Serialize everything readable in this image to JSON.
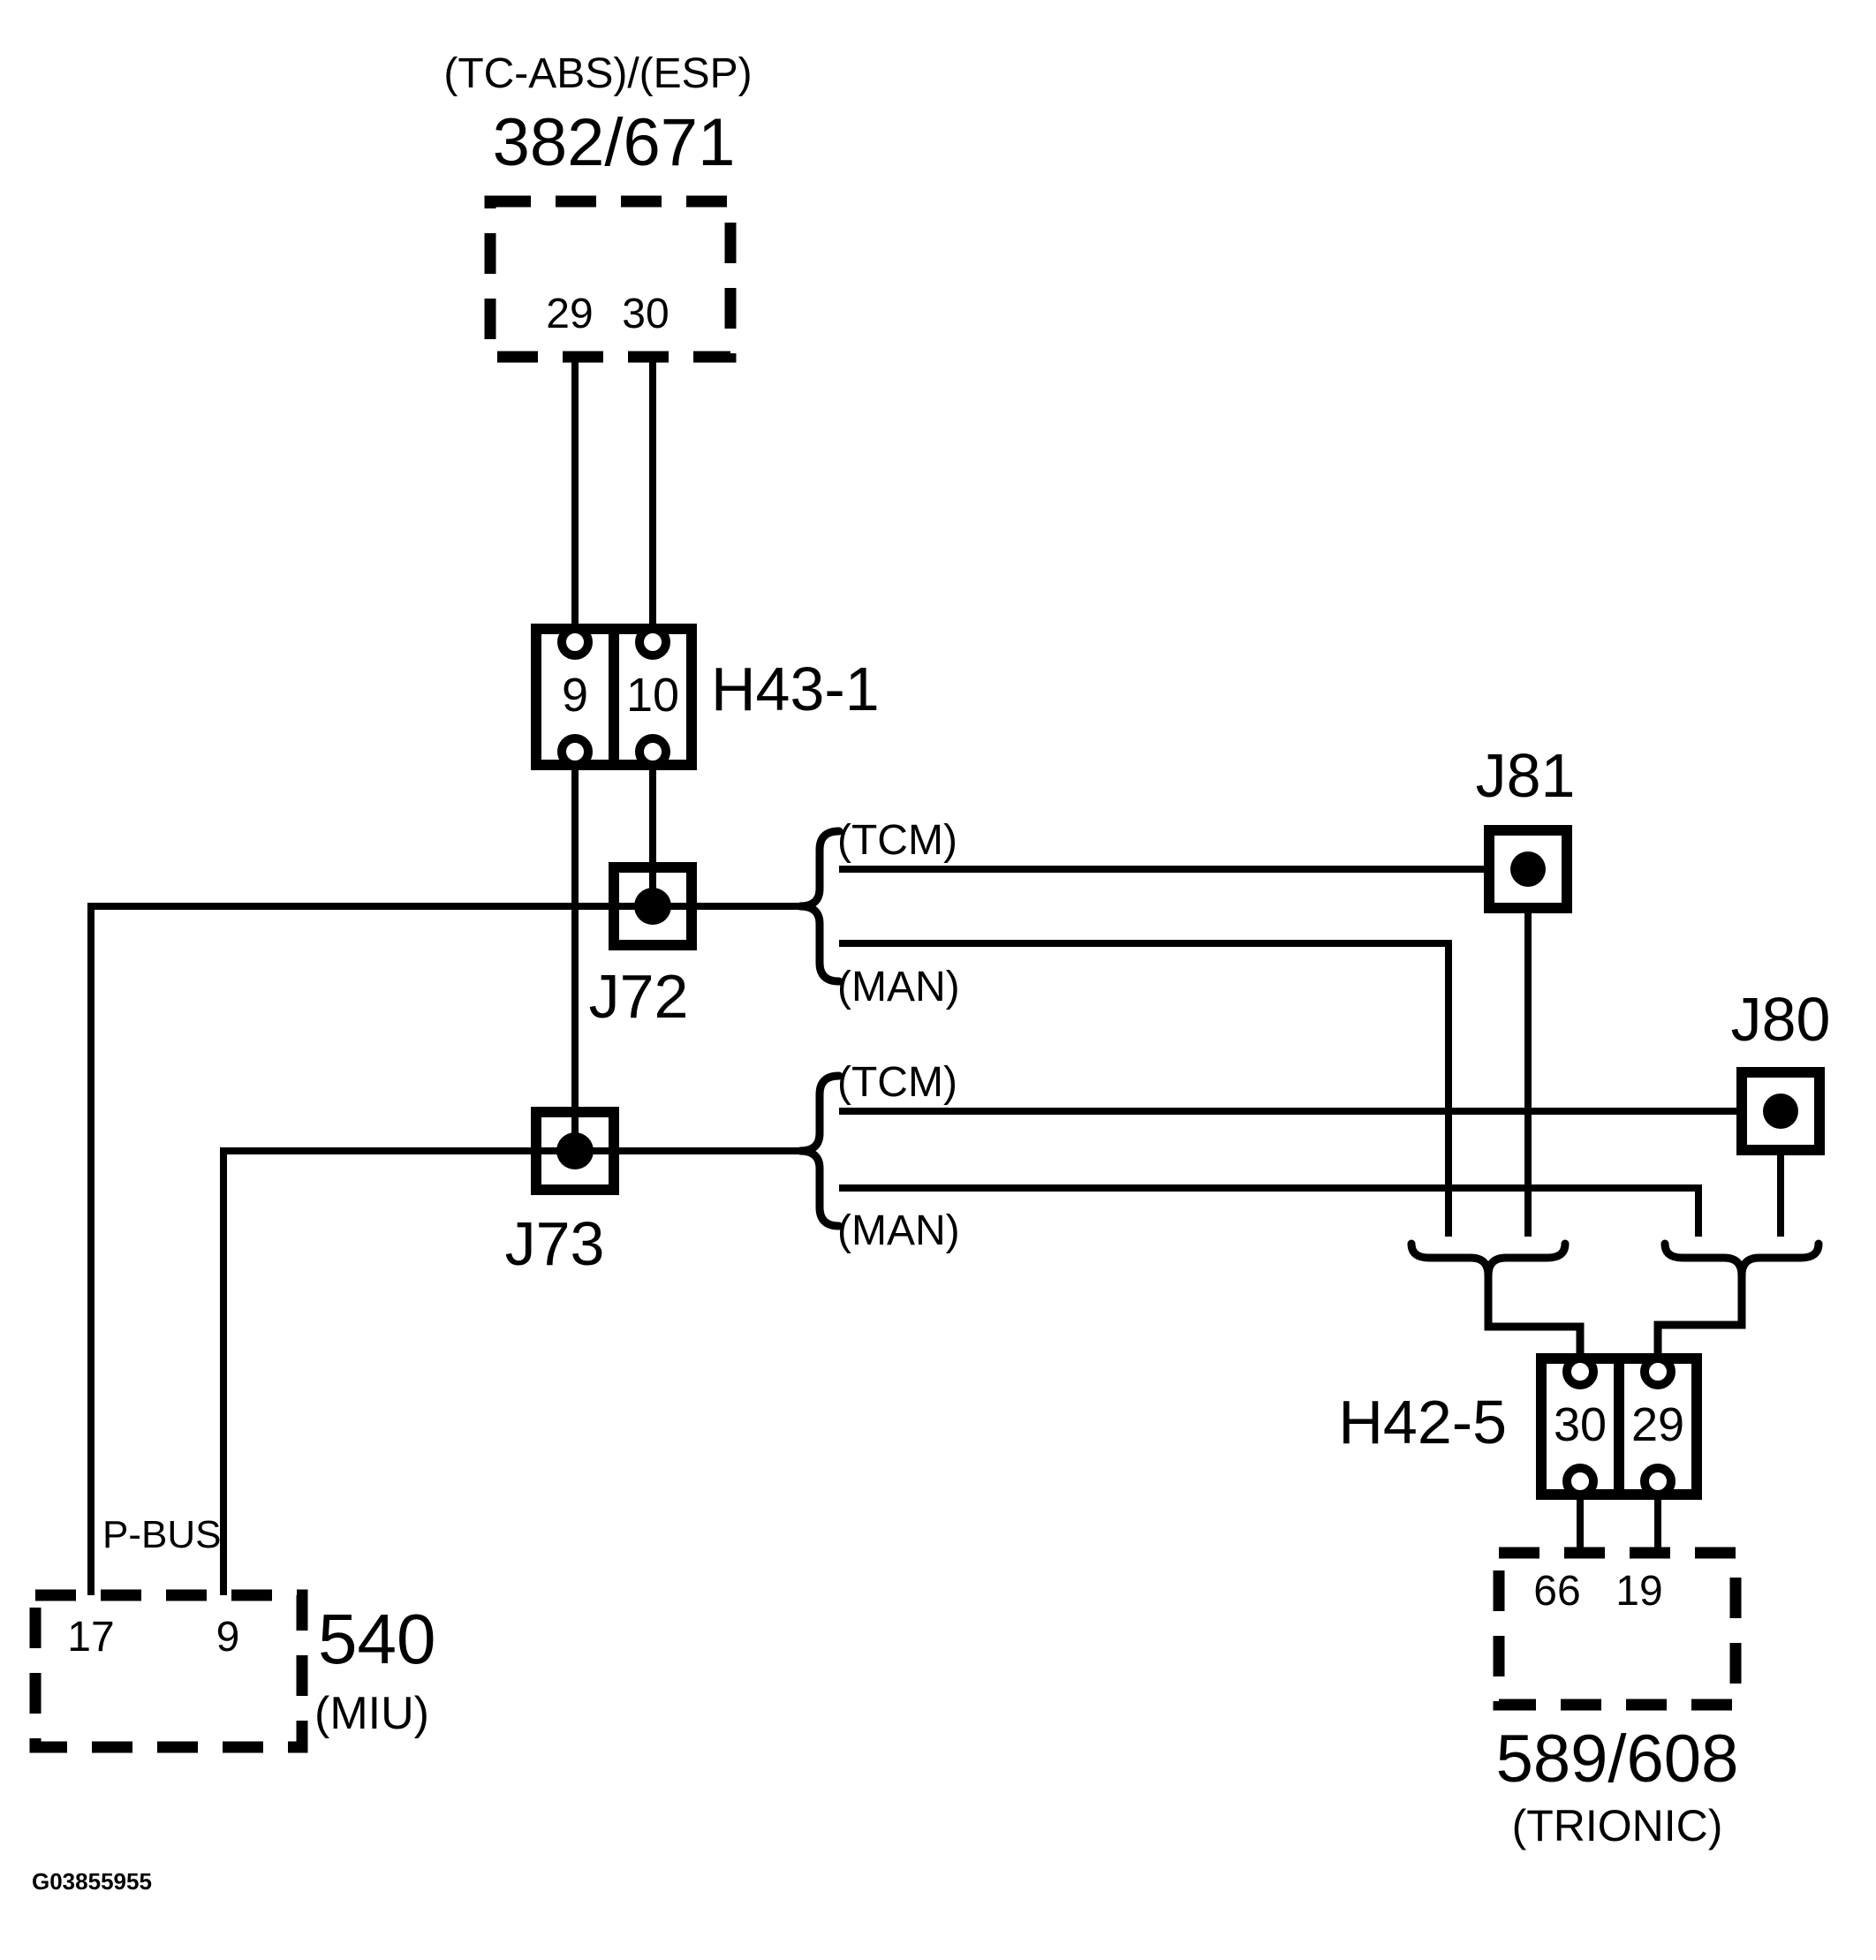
{
  "page": {
    "background": "#ffffff",
    "line_color": "#000000"
  },
  "modules": {
    "abs_esp": {
      "caption": "(TC-ABS)/(ESP)",
      "id": "382/671",
      "pin_29": "29",
      "pin_30": "30"
    },
    "h43_1": {
      "id": "H43-1",
      "pin_9": "9",
      "pin_10": "10"
    },
    "j72": {
      "id": "J72"
    },
    "j73": {
      "id": "J73"
    },
    "j81": {
      "id": "J81"
    },
    "j80": {
      "id": "J80"
    },
    "branches": {
      "tcm_upper": "(TCM)",
      "man_upper": "(MAN)",
      "tcm_lower": "(TCM)",
      "man_lower": "(MAN)"
    },
    "p_bus": "P-BUS",
    "miu": {
      "id": "540",
      "caption": "(MIU)",
      "pin_17": "17",
      "pin_9": "9"
    },
    "h42_5": {
      "id": "H42-5",
      "pin_30": "30",
      "pin_29": "29"
    },
    "trionic": {
      "id": "589/608",
      "caption": "(TRIONIC)",
      "pin_66": "66",
      "pin_19": "19"
    }
  },
  "footer": {
    "figure_id": "G03855955"
  }
}
